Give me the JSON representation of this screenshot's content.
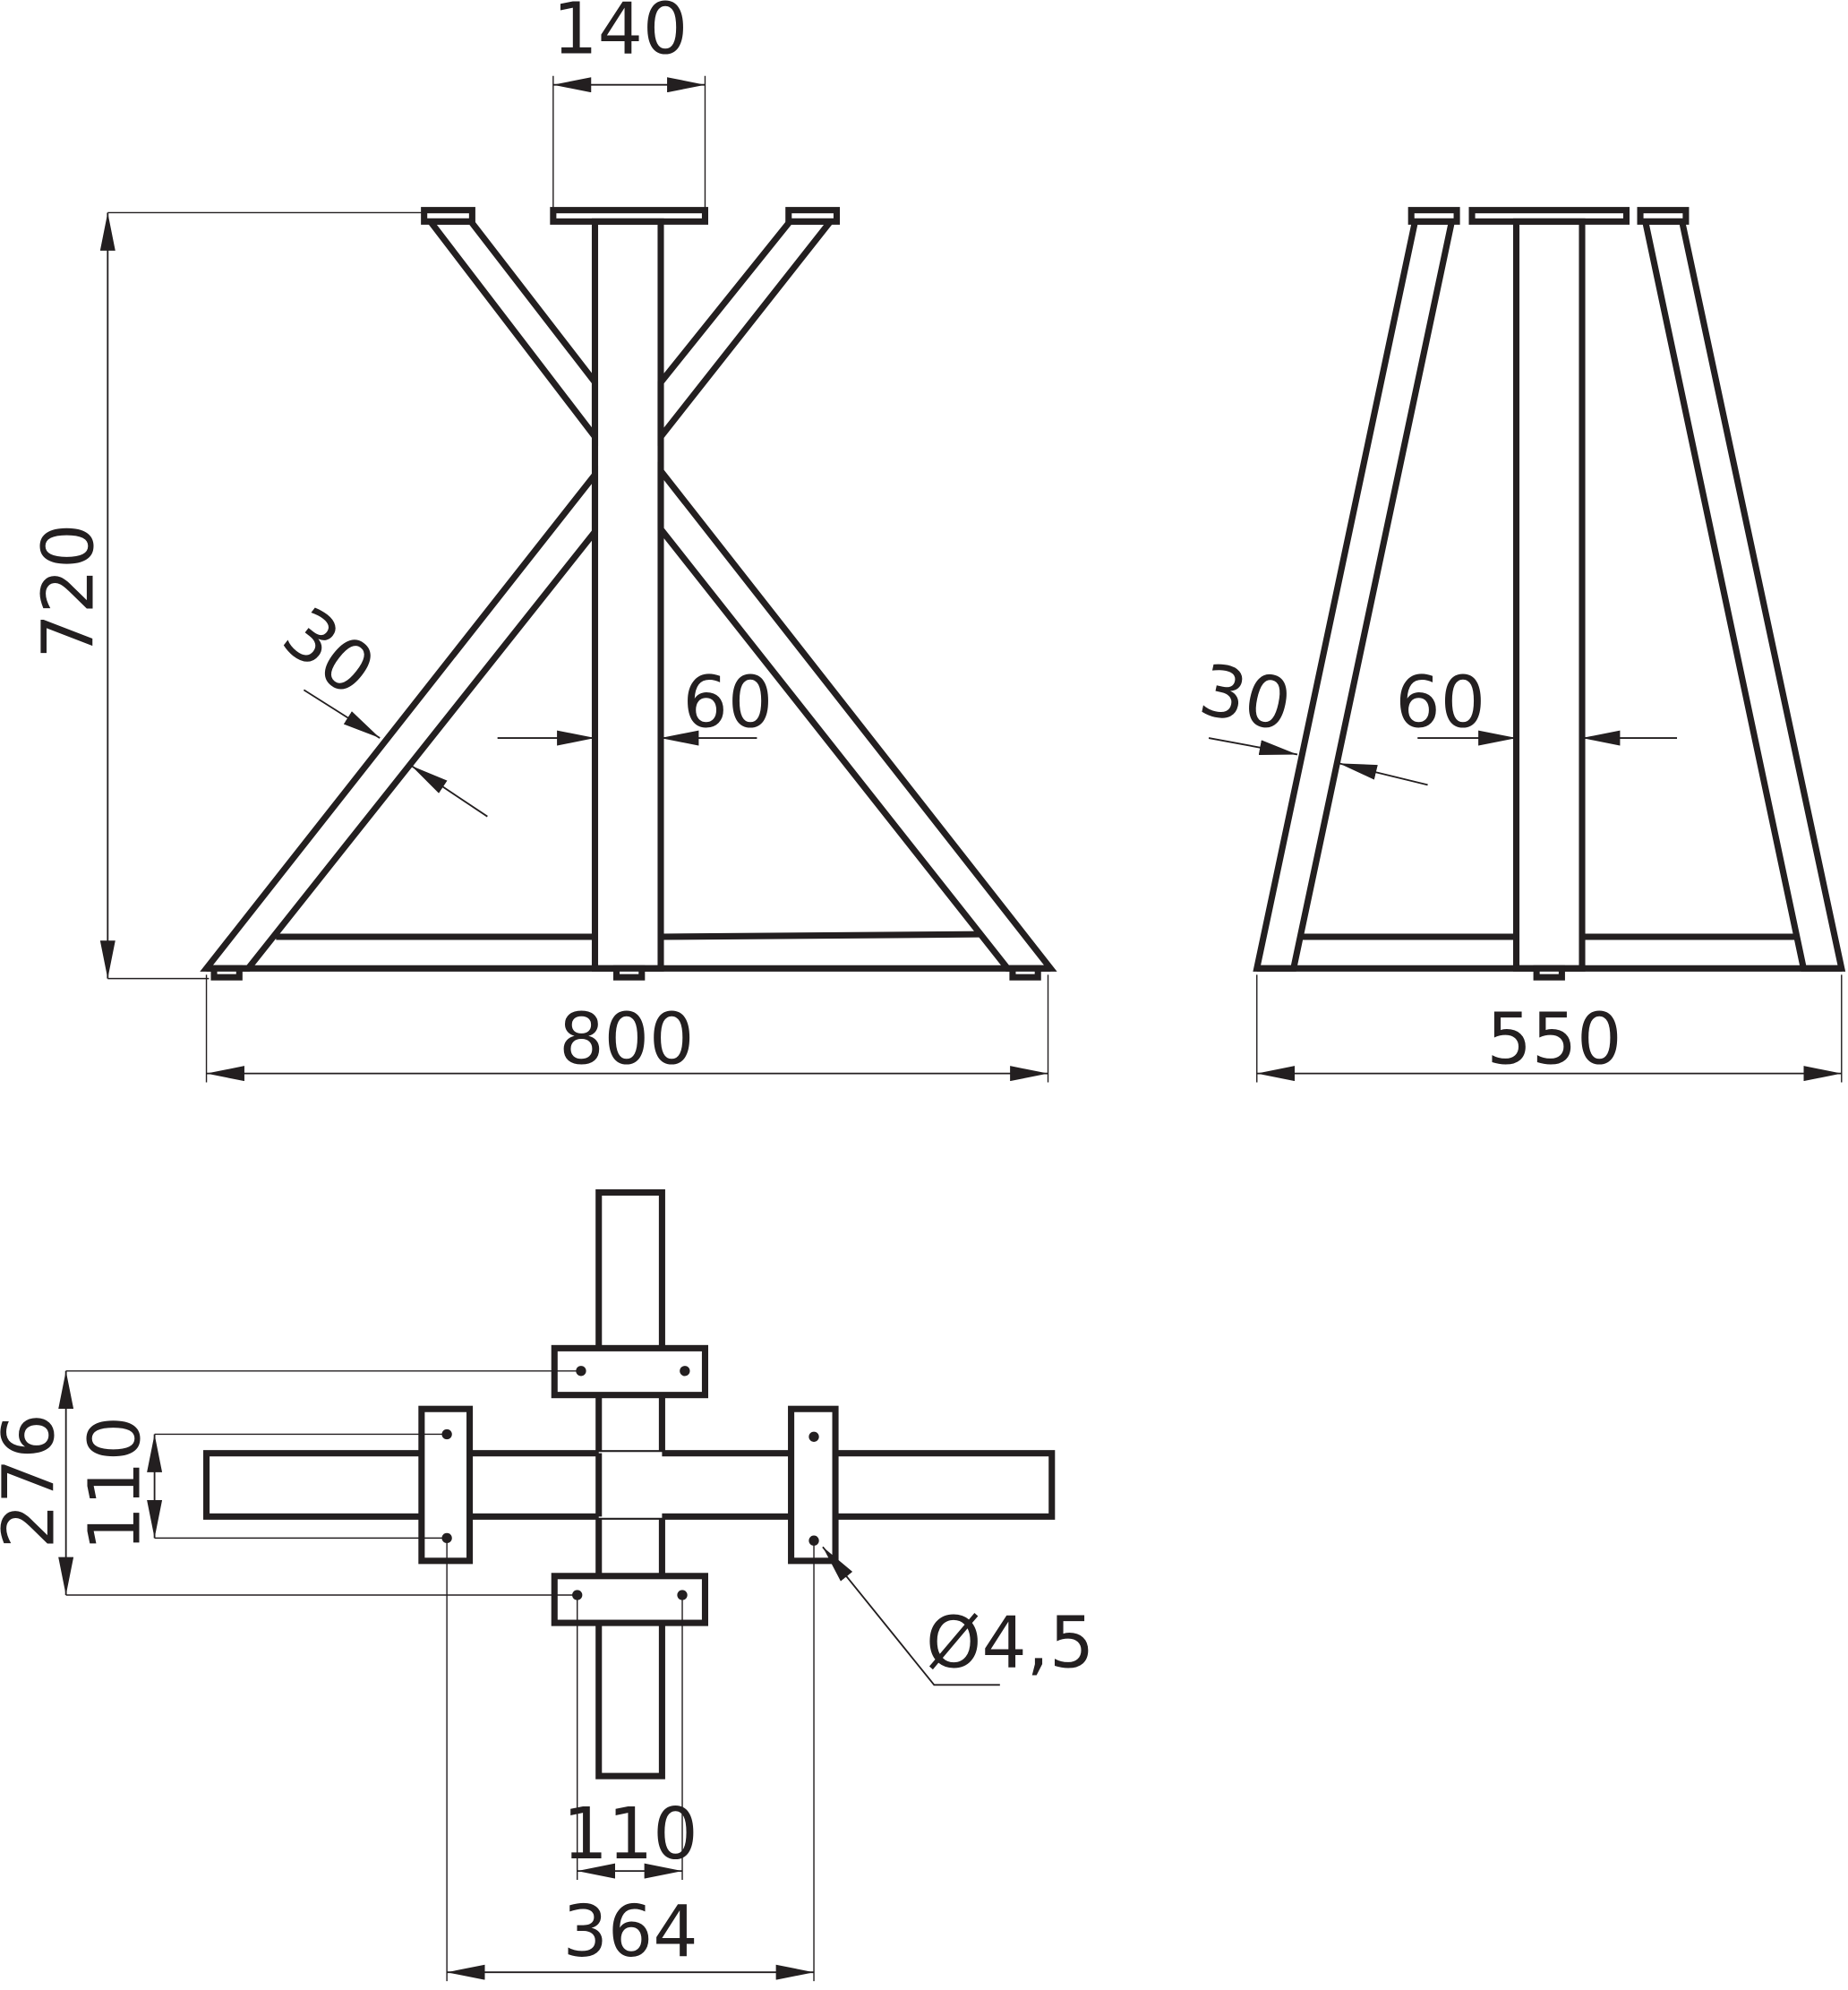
{
  "drawing": {
    "front_view": {
      "dim_top_plate": "140",
      "dim_height": "720",
      "dim_width": "800",
      "dim_leg_tube": "30",
      "dim_post_tube": "60"
    },
    "side_view": {
      "dim_width": "550",
      "dim_leg_tube": "30",
      "dim_post_tube": "60"
    },
    "top_view": {
      "dim_outer_holes": "276",
      "dim_inner_holes_vertical": "110",
      "dim_inner_holes_horizontal": "110",
      "dim_outer_holes_horizontal": "364",
      "dim_hole_diameter": "Ø4,5"
    }
  }
}
